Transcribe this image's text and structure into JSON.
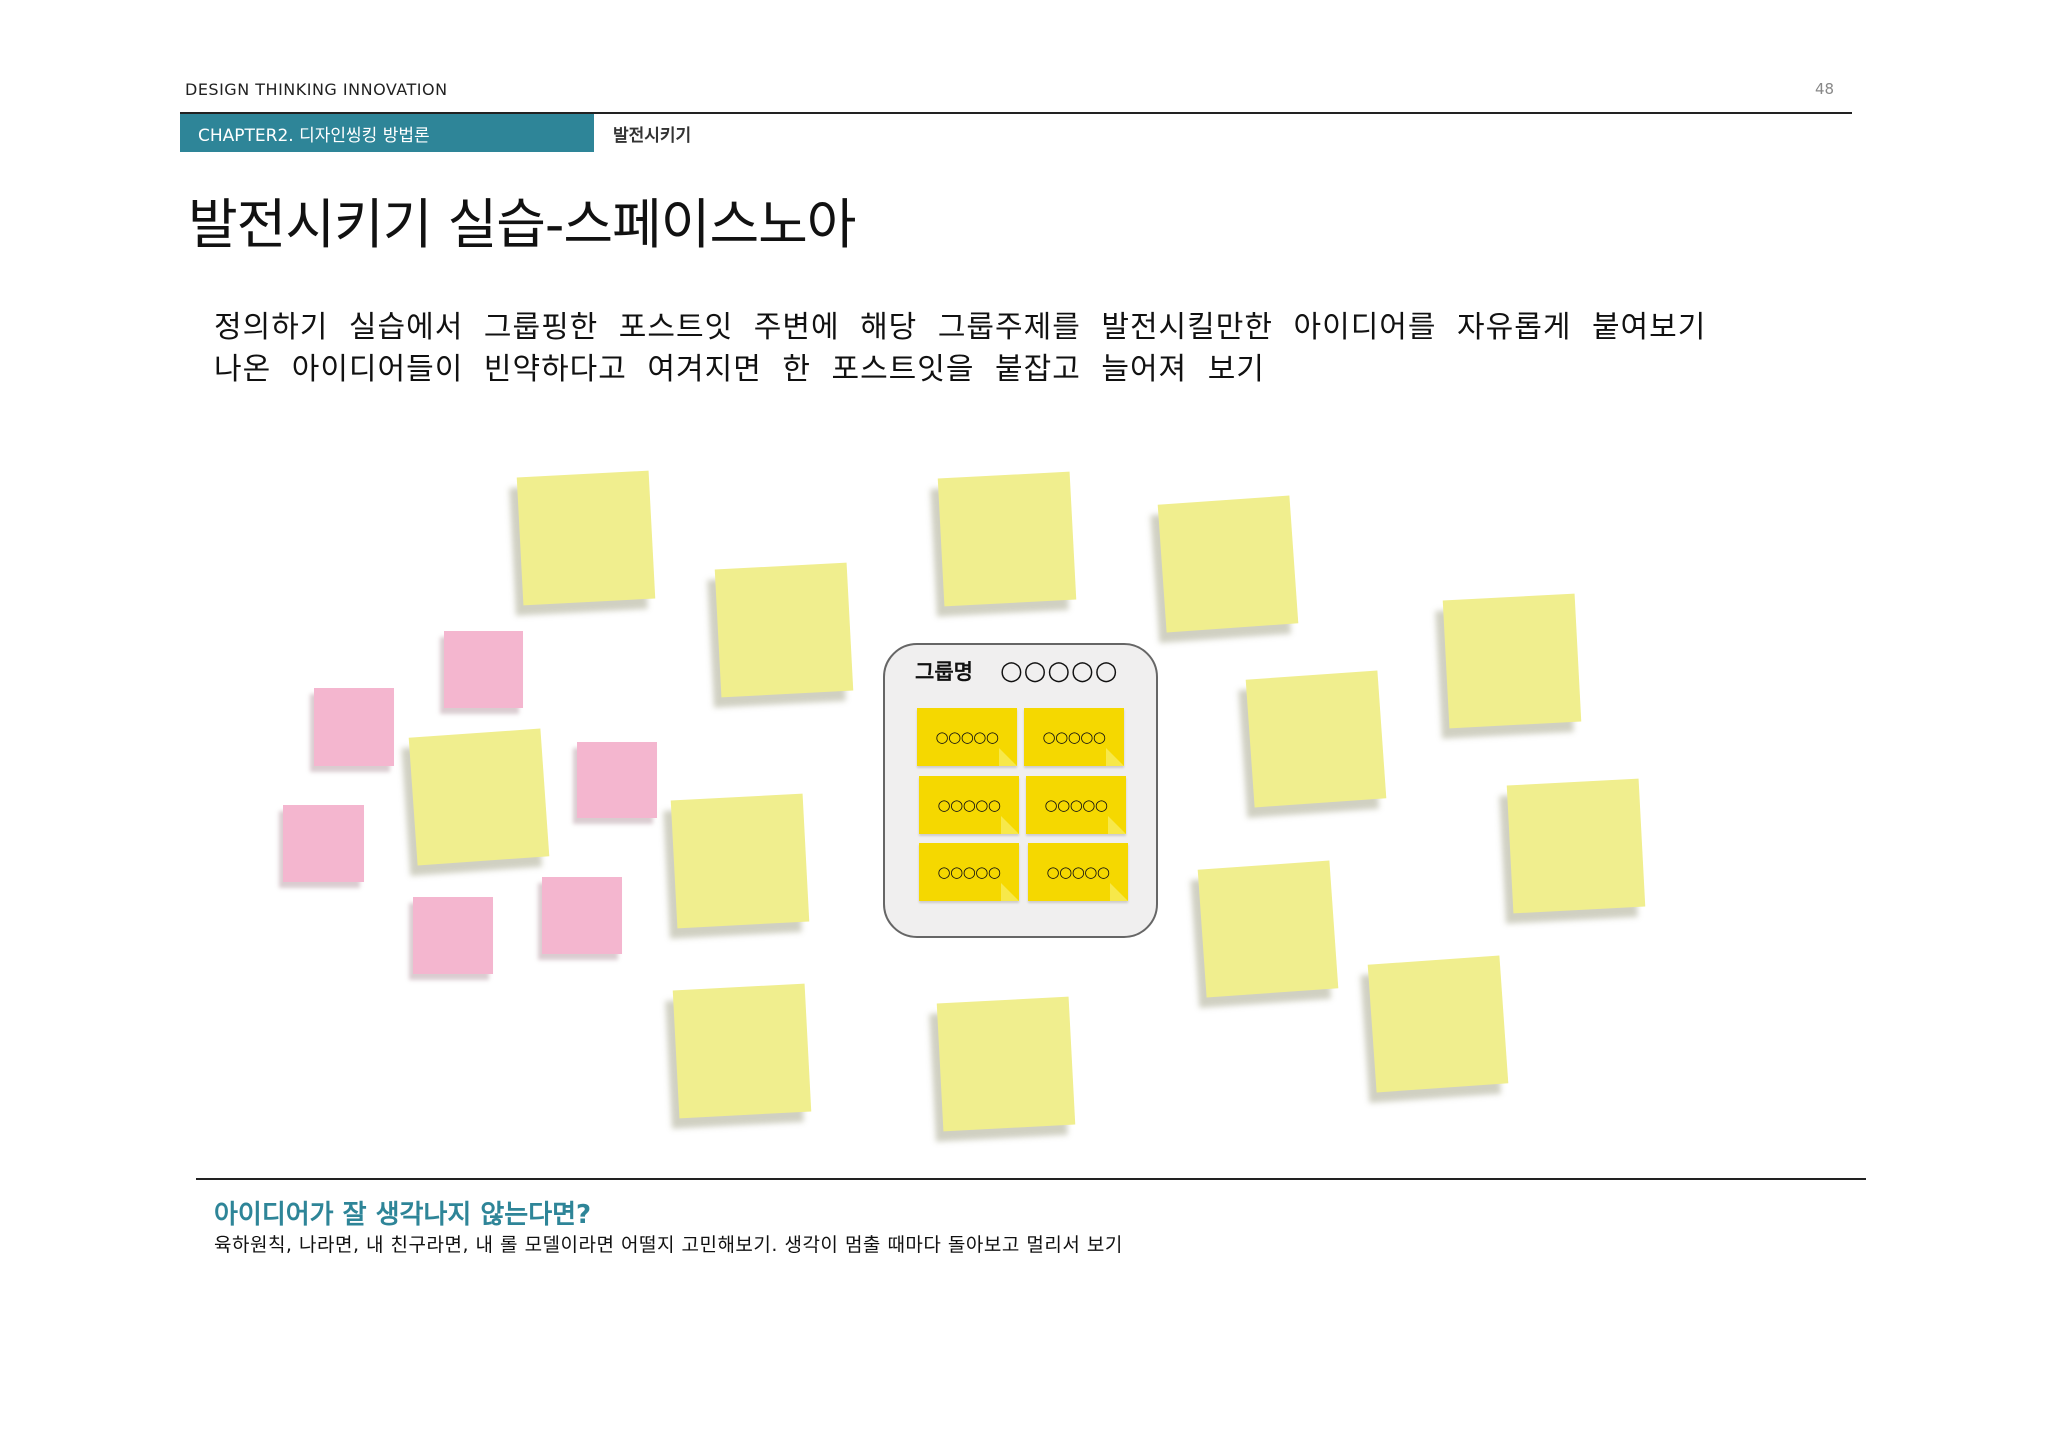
{
  "header": {
    "title": "DESIGN THINKING  INNOVATION",
    "page_number": "48",
    "chapter": "CHAPTER2.  디자인씽킹 방법론",
    "section": "발전시키기",
    "accent_color": "#2e8598"
  },
  "main": {
    "title": "발전시키기 실습-스페이스노아",
    "description_line1": "정의하기 실습에서 그룹핑한 포스트잇 주변에 해당 그룹주제를 발전시킬만한 아이디어를 자유롭게 붙여보기",
    "description_line2": "나온 아이디어들이 빈약하다고 여겨지면 한 포스트잇을 붙잡고 늘어져 보기"
  },
  "illustration": {
    "group_card": {
      "title": "그룹명",
      "placeholder": "○○○○○",
      "notes": [
        "○○○○○",
        "○○○○○",
        "○○○○○",
        "○○○○○",
        "○○○○○",
        "○○○○○"
      ]
    },
    "note_colors": {
      "yellow": "#f0ee8e",
      "pink": "#f4b6cf",
      "mini": "#f5d800"
    }
  },
  "tip": {
    "title": "아이디어가 잘 생각나지 않는다면?",
    "body": "육하원칙, 나라면, 내 친구라면, 내 롤 모델이라면 어떨지 고민해보기. 생각이 멈출 때마다 돌아보고 멀리서 보기"
  }
}
